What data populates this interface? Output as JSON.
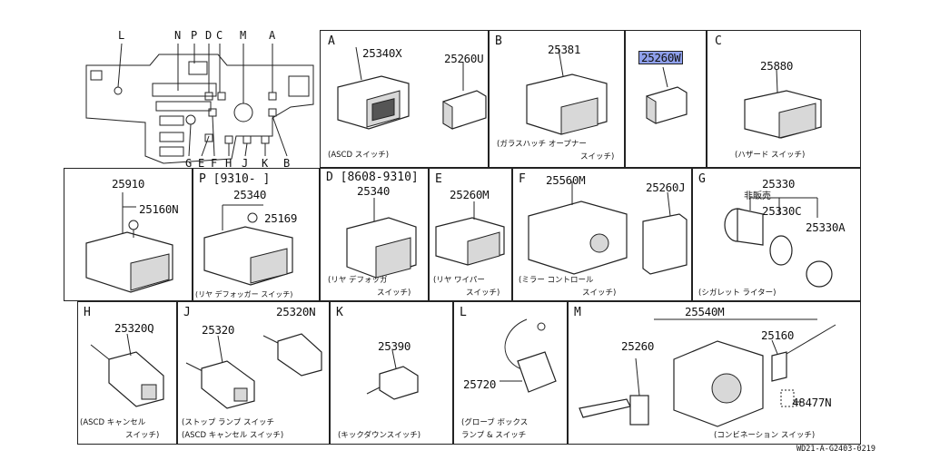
{
  "overview": {
    "letters_top": [
      "L",
      "N",
      "P",
      "D",
      "C",
      "M",
      "A"
    ],
    "letters_bottom": [
      "G",
      "E",
      "F",
      "H",
      "J",
      "K",
      "B"
    ]
  },
  "panels": {
    "A": {
      "letter": "A",
      "parts": [
        "25340X",
        "25260U"
      ],
      "caption": [
        "(ASCD スイッチ)"
      ]
    },
    "B": {
      "letter": "B",
      "parts": [
        "25381"
      ],
      "caption": [
        "(ガラスハッチ オープナー",
        "スイッチ)"
      ]
    },
    "B2": {
      "parts": [
        "25260W"
      ]
    },
    "C": {
      "letter": "C",
      "parts": [
        "25880"
      ],
      "caption": [
        "(ハザード スイッチ)"
      ]
    },
    "R2a": {
      "parts": [
        "25910",
        "25160N"
      ]
    },
    "P": {
      "letter": "P [9310-    ]",
      "parts": [
        "25340",
        "25169"
      ],
      "caption": [
        "(リヤ デフォッガー スイッチ)"
      ]
    },
    "D": {
      "letter": "D [8608-9310]",
      "parts": [
        "25340"
      ],
      "caption": [
        "(リヤ デフォッガ",
        "スイッチ)"
      ]
    },
    "E": {
      "letter": "E",
      "parts": [
        "25260M"
      ],
      "caption": [
        "(リヤ ワイパー",
        "スイッチ)"
      ]
    },
    "F": {
      "letter": "F",
      "parts": [
        "25560M",
        "25260J"
      ],
      "caption": [
        "(ミラー コントロール",
        "スイッチ)"
      ]
    },
    "G": {
      "letter": "G",
      "parts": [
        "25330",
        "非販売",
        "25330C",
        "25330A"
      ],
      "caption": [
        "(シガレット ライター)"
      ]
    },
    "H": {
      "letter": "H",
      "parts": [
        "25320Q"
      ],
      "caption": [
        "(ASCD キャンセル",
        "スイッチ)"
      ]
    },
    "J": {
      "letter": "J",
      "parts": [
        "25320",
        "25320N"
      ],
      "caption": [
        "(ストップ ランプ スイッチ",
        "(ASCD キャンセル スイッチ)"
      ]
    },
    "K": {
      "letter": "K",
      "parts": [
        "25390"
      ],
      "caption": [
        "(キックダウンスイッチ)"
      ]
    },
    "L": {
      "letter": "L",
      "parts": [
        "25720"
      ],
      "caption": [
        "(グローブ ボックス",
        "ランプ & スイッチ"
      ]
    },
    "M": {
      "letter": "M",
      "parts": [
        "25540M",
        "25260",
        "25160",
        "48477N"
      ],
      "caption": [
        "(コンビネーション スイッチ)"
      ]
    }
  },
  "highlight_color": "#8fa0ec",
  "footer": "WD21-A-G2403-0219"
}
